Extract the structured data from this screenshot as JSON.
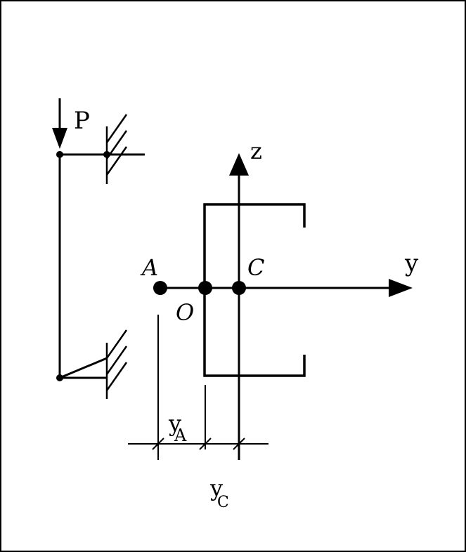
{
  "labels": {
    "load": "P",
    "z_axis": "z",
    "y_axis": "y",
    "point_a": "A",
    "point_c": "C",
    "point_o": "O",
    "dim_ya_main": "y",
    "dim_ya_sub": "A",
    "dim_yc_main": "y",
    "dim_yc_sub": "C"
  },
  "colors": {
    "ink": "#000000",
    "background": "#ffffff"
  }
}
